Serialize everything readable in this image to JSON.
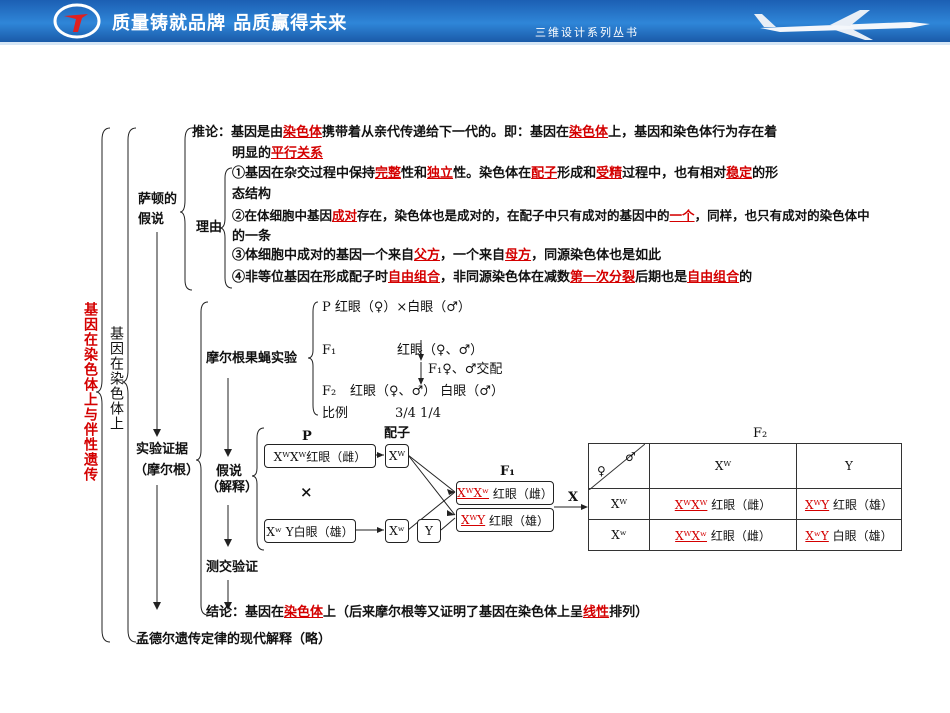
{
  "header": {
    "slogan": "质量铸就品牌 品质赢得未来",
    "series": "三维设计系列丛书"
  },
  "root_title": "基因在染色体上与伴性遗传",
  "branch_main": "基因在染色体上",
  "sutton": {
    "label": "萨顿的假说",
    "inference_prefix": "推论：基因是由",
    "inference_ans1": "染色体",
    "inference_mid": "携带着从亲代传递给下一代的。即：基因在",
    "inference_ans2": "染色体",
    "inference_end": "上，基因和染色体行为存在着",
    "inference_line2_prefix": "明显的",
    "inference_ans3": "平行关系",
    "reason_label": "理由",
    "r1_a": "①基因在杂交过程中保持",
    "r1_ans1": "完整",
    "r1_b": "性和",
    "r1_ans2": "独立",
    "r1_c": "性。染色体在",
    "r1_ans3": "配子",
    "r1_d": "形成和",
    "r1_ans4": "受精",
    "r1_e": "过程中，也有相对",
    "r1_ans5": "稳定",
    "r1_f": "的形",
    "r1_line2": "态结构",
    "r2_a": "②在体细胞中基因",
    "r2_ans1": "成对",
    "r2_b": "存在，染色体也是成对的，在配子中只有成对的基因中的",
    "r2_ans2": "一个",
    "r2_c": "，同样，也只有成对的染色体中",
    "r2_line2": "的一条",
    "r3_a": "③体细胞中成对的基因一个来自",
    "r3_ans1": "父方",
    "r3_b": "，一个来自",
    "r3_ans2": "母方",
    "r3_c": "，同源染色体也是如此",
    "r4_a": "④非等位基因在形成配子时",
    "r4_ans1": "自由组合",
    "r4_b": "，非同源染色体在减数",
    "r4_ans2": "第一次分裂",
    "r4_c": "后期也是",
    "r4_ans3": "自由组合",
    "r4_d": "的"
  },
  "morgan": {
    "evidence_label": "实验证据",
    "evidence_sub": "（摩尔根）",
    "experiment_label": "摩尔根果蝇实验",
    "p_row": "P    红眼（♀）×白眼（♂）",
    "f1_label": "F₁",
    "f1_row": "红眼（♀、♂）",
    "f1_cross": "F₁♀、♂交配",
    "f2_label": "F₂",
    "f2_row": "红眼（♀、♂）   白眼（♂）",
    "ratio_label": "比例",
    "ratio_values": "3/4        1/4",
    "hypothesis_label": "假说",
    "hypothesis_sub": "（解释）",
    "testcross_label": "测交验证",
    "conclusion_a": "结论：基因在",
    "conclusion_ans1": "染色体",
    "conclusion_b": "上（后来摩尔根等又证明了基因在染色体上呈",
    "conclusion_ans2": "线性",
    "conclusion_c": "排列）",
    "mendel": "孟德尔遗传定律的现代解释（略）"
  },
  "scheme": {
    "p_label": "P",
    "gamete_label": "配子",
    "f1_label": "F₁",
    "cross_symbol": "×",
    "x_symbol": "X",
    "female_parent": "XᵂXᵂ红眼（雌）",
    "male_parent": "Xʷ Y白眼（雄）",
    "gamete_female": "Xᵂ",
    "gamete_male_x": "Xʷ",
    "gamete_male_y": "Y",
    "f1_female_geno": "XᵂXʷ",
    "f1_female_pheno": "红眼（雌）",
    "f1_male_geno": "XᵂY",
    "f1_male_pheno": "红眼（雄）"
  },
  "punnett": {
    "title": "F₂",
    "corner_female": "♀",
    "corner_male": "♂",
    "col1": "Xᵂ",
    "col2": "Y",
    "row1": "Xᵂ",
    "row2": "Xʷ",
    "c11_geno": "XᵂXᵂ",
    "c11_pheno": "红眼（雌）",
    "c12_geno": "XᵂY",
    "c12_pheno": "红眼（雄）",
    "c21_geno": "XᵂXʷ",
    "c21_pheno": "红眼（雌）",
    "c22_geno": "XʷY",
    "c22_pheno": "白眼（雄）"
  }
}
